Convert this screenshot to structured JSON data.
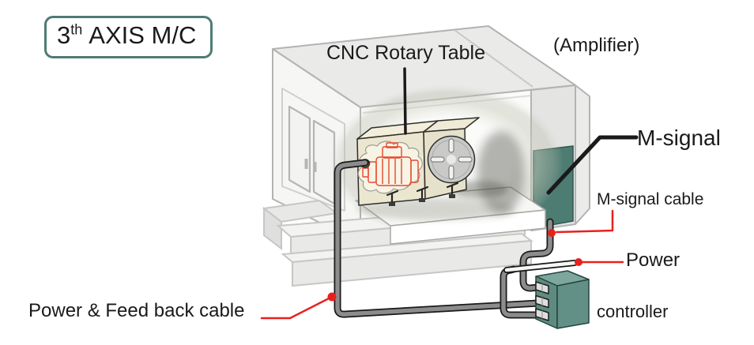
{
  "title_box": {
    "number": "3",
    "superscript": "th",
    "rest": "AXIS M/C"
  },
  "labels": {
    "rotary_table": "CNC Rotary Table",
    "amplifier": "(Amplifier)",
    "m_signal": "M-signal",
    "m_signal_cable": "M-signal cable",
    "power": "Power",
    "controller": "controller",
    "power_feedback_cable": "Power & Feed back cable"
  },
  "colors": {
    "accent_teal": "#4d7c73",
    "amplifier_panel": "#4d7c73",
    "controller_top": "#7da69c",
    "controller_left": "#5d8b81",
    "controller_front": "#628f86",
    "leader_red": "#e8211d",
    "leader_black": "#1a1a1a",
    "cable_gray": "#8c8c8c",
    "cable_white": "#f7f7f5",
    "table_beige": "#ebe6d0",
    "motor_sketch_red": "#e8472b"
  }
}
